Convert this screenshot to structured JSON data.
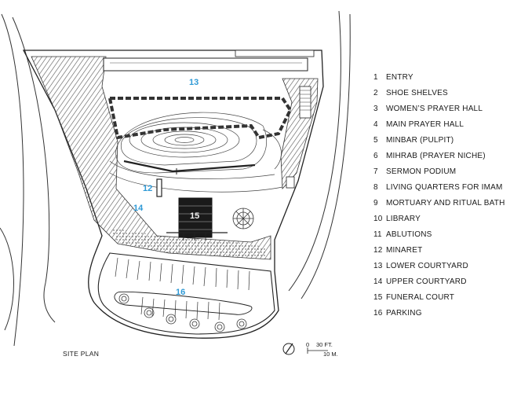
{
  "legend": [
    {
      "num": "1",
      "label": "ENTRY"
    },
    {
      "num": "2",
      "label": "SHOE SHELVES"
    },
    {
      "num": "3",
      "label": "WOMEN’S PRAYER HALL"
    },
    {
      "num": "4",
      "label": "MAIN PRAYER HALL"
    },
    {
      "num": "5",
      "label": "MINBAR (PULPIT)"
    },
    {
      "num": "6",
      "label": "MIHRAB (PRAYER NICHE)"
    },
    {
      "num": "7",
      "label": "SERMON PODIUM"
    },
    {
      "num": "8",
      "label": "LIVING QUARTERS FOR IMAM"
    },
    {
      "num": "9",
      "label": "MORTUARY AND RITUAL BATH"
    },
    {
      "num": "10",
      "label": "LIBRARY"
    },
    {
      "num": "11",
      "label": "ABLUTIONS"
    },
    {
      "num": "12",
      "label": "MINARET"
    },
    {
      "num": "13",
      "label": "LOWER COURTYARD"
    },
    {
      "num": "14",
      "label": "UPPER COURTYARD"
    },
    {
      "num": "15",
      "label": "FUNERAL COURT"
    },
    {
      "num": "16",
      "label": "PARKING"
    }
  ],
  "plan_labels": {
    "lower_courtyard": "13",
    "minaret": "12",
    "upper_courtyard": "14",
    "funeral_court": "15",
    "parking": "16"
  },
  "caption": "SITE PLAN",
  "scale": {
    "zero": "0",
    "feet": "30 FT.",
    "meters": "10 M."
  },
  "colors": {
    "label_blue": "#2f9ad6",
    "ink": "#1a1a1a"
  }
}
